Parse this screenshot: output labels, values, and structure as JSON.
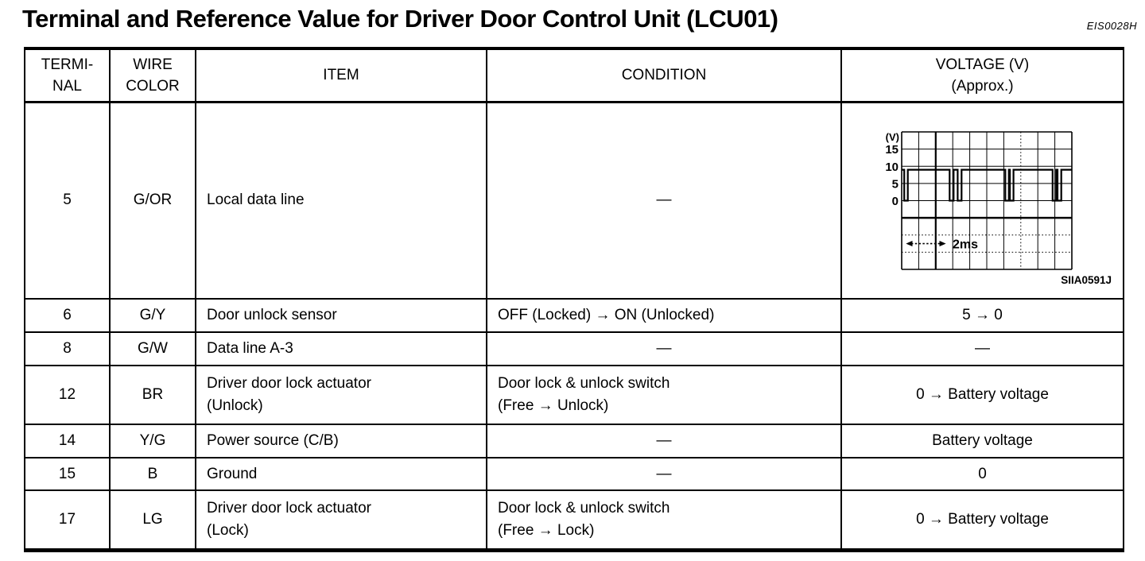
{
  "page": {
    "title": "Terminal and Reference Value for Driver Door Control Unit (LCU01)",
    "doc_code": "EIS0028H"
  },
  "table": {
    "headers": [
      {
        "id": "terminal",
        "label": "TERMI-\nNAL"
      },
      {
        "id": "wire_color",
        "label": "WIRE\nCOLOR"
      },
      {
        "id": "item",
        "label": "ITEM"
      },
      {
        "id": "condition",
        "label": "CONDITION"
      },
      {
        "id": "voltage",
        "label": "VOLTAGE (V)\n(Approx.)"
      }
    ],
    "rows": [
      {
        "terminal": "5",
        "wire_color": "G/OR",
        "item": "Local data line",
        "condition": "—",
        "voltage": "",
        "has_figure": true
      },
      {
        "terminal": "6",
        "wire_color": "G/Y",
        "item": "Door unlock sensor",
        "condition": "OFF (Locked) → ON (Unlocked)",
        "voltage": "5 → 0"
      },
      {
        "terminal": "8",
        "wire_color": "G/W",
        "item": "Data line A-3",
        "condition": "—",
        "voltage": "—"
      },
      {
        "terminal": "12",
        "wire_color": "BR",
        "item": "Driver door lock actuator\n(Unlock)",
        "condition": "Door lock & unlock switch\n(Free → Unlock)",
        "voltage": "0 → Battery voltage"
      },
      {
        "terminal": "14",
        "wire_color": "Y/G",
        "item": "Power source (C/B)",
        "condition": "—",
        "voltage": "Battery voltage"
      },
      {
        "terminal": "15",
        "wire_color": "B",
        "item": "Ground",
        "condition": "—",
        "voltage": "0"
      },
      {
        "terminal": "17",
        "wire_color": "LG",
        "item": "Driver door lock actuator\n(Lock)",
        "condition": "Door lock & unlock switch\n(Free → Lock)",
        "voltage": "0 → Battery voltage"
      }
    ]
  },
  "figure": {
    "name": "oscilloscope-waveform",
    "y_axis_unit": "(V)",
    "y_tick_labels": [
      "15",
      "10",
      "5",
      "0"
    ],
    "time_scale_label": "2ms",
    "figure_code": "SIIA0591J",
    "chart": {
      "type": "line",
      "grid": {
        "cols": 10,
        "rows": 8
      },
      "y_ticks_v": [
        15,
        10,
        5,
        0
      ],
      "high_level_v": 9,
      "low_level_v": 0,
      "dips_frac": [
        [
          0.015,
          0.036
        ],
        [
          0.282,
          0.305
        ],
        [
          0.329,
          0.352
        ],
        [
          0.609,
          0.63
        ],
        [
          0.636,
          0.657
        ],
        [
          0.887,
          0.908
        ],
        [
          0.916,
          0.938
        ]
      ]
    }
  }
}
